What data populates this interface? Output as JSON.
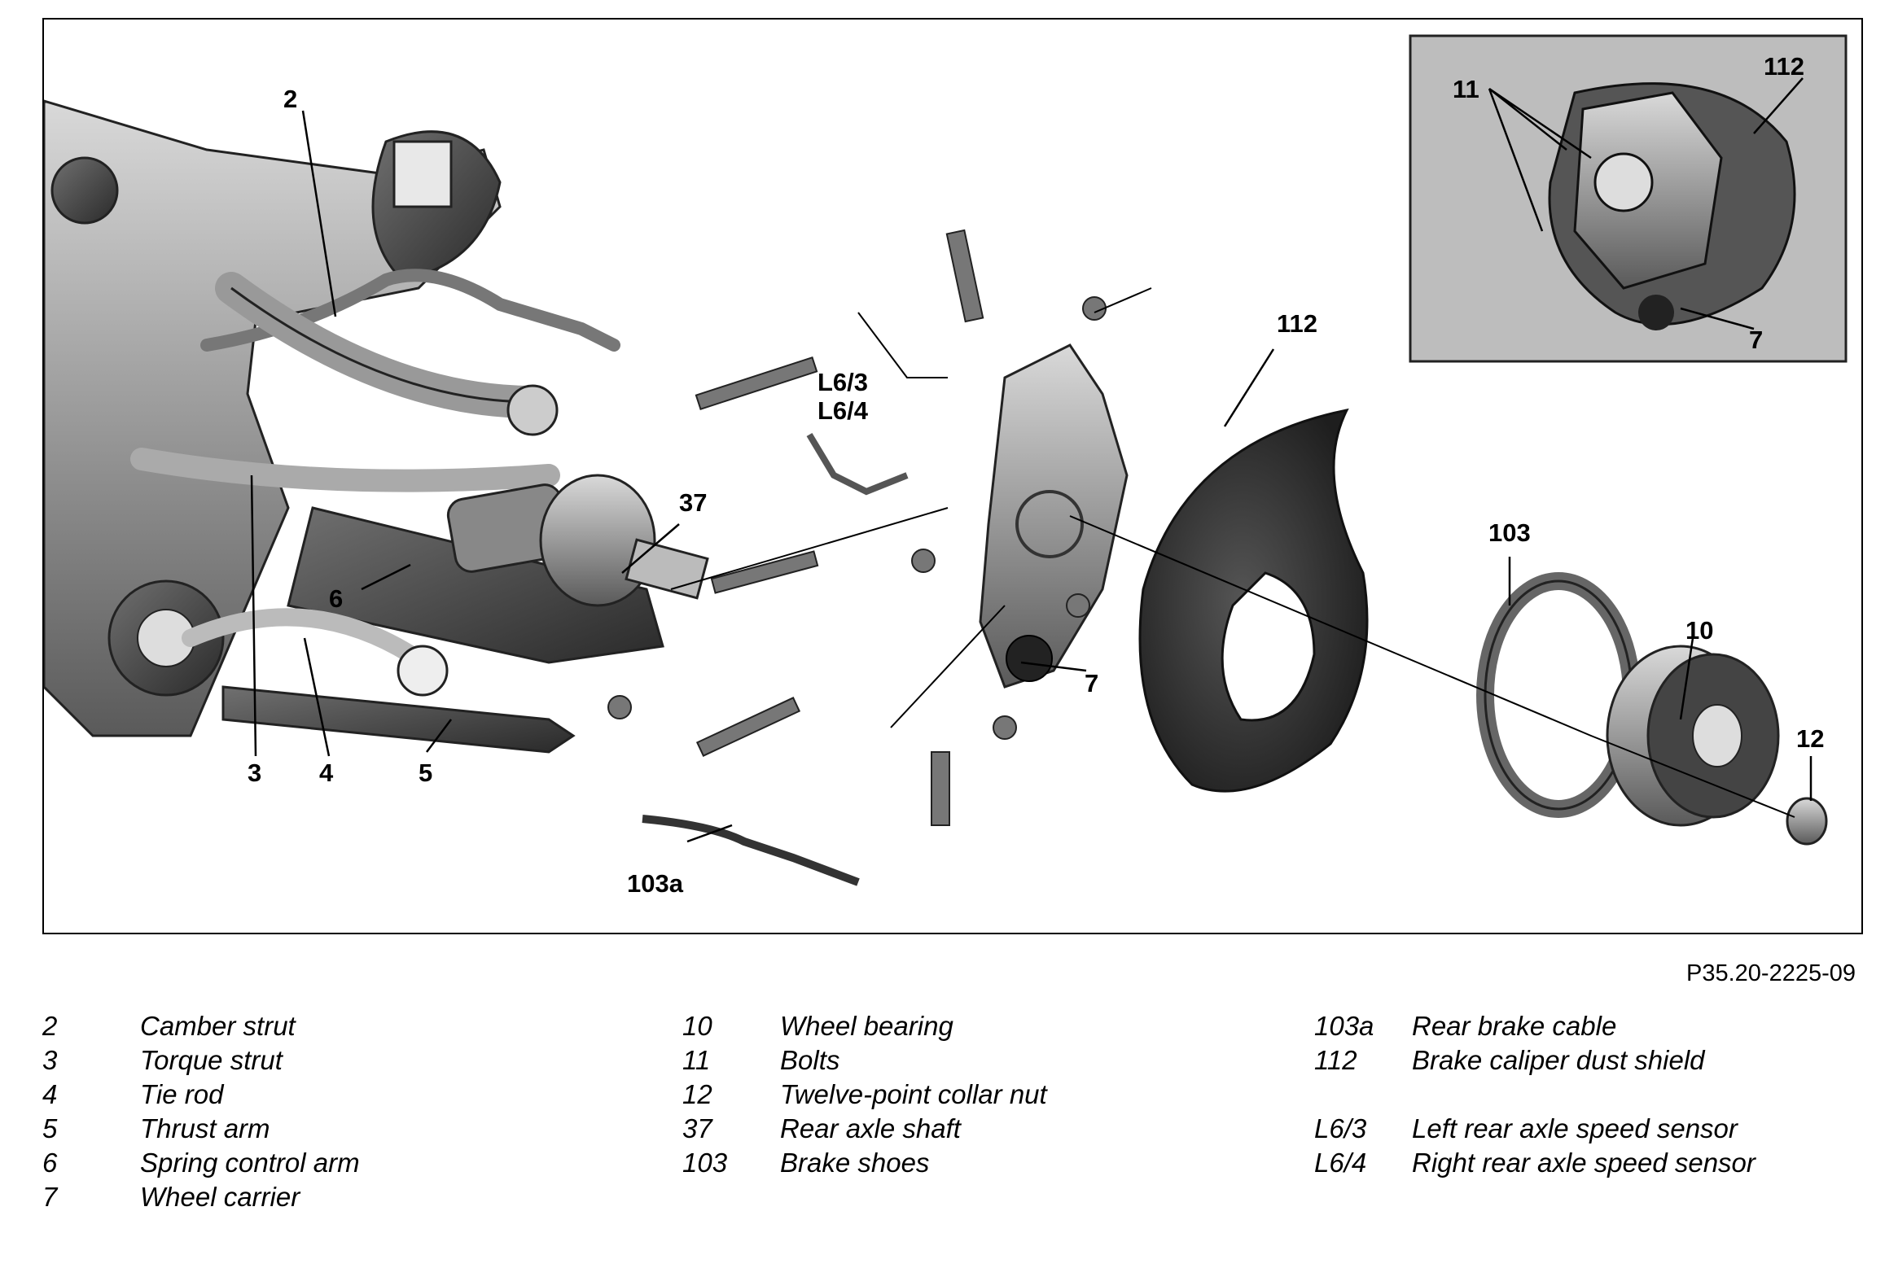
{
  "figure": {
    "reference": "P35.20-2225-09",
    "callouts": {
      "c2": "2",
      "c3": "3",
      "c4": "4",
      "c5": "5",
      "c6": "6",
      "c7": "7",
      "c7_inset": "7",
      "c37": "37",
      "c11_inset": "11",
      "c112_inset": "112",
      "cL63": "L6/3",
      "cL64": "L6/4",
      "c112": "112",
      "c103": "103",
      "c10": "10",
      "c12": "12",
      "c103a": "103a"
    }
  },
  "legend": {
    "col1": [
      {
        "num": "2",
        "label": "Camber strut"
      },
      {
        "num": "3",
        "label": "Torque strut"
      },
      {
        "num": "4",
        "label": "Tie rod"
      },
      {
        "num": "5",
        "label": "Thrust arm"
      },
      {
        "num": "6",
        "label": "Spring control arm"
      },
      {
        "num": "7",
        "label": "Wheel carrier"
      }
    ],
    "col2": [
      {
        "num": "10",
        "label": "Wheel bearing"
      },
      {
        "num": "11",
        "label": "Bolts"
      },
      {
        "num": "12",
        "label": "Twelve-point collar nut"
      },
      {
        "num": "37",
        "label": "Rear axle shaft"
      },
      {
        "num": "103",
        "label": "Brake shoes"
      }
    ],
    "col3": [
      {
        "num": "103a",
        "label": "Rear brake cable"
      },
      {
        "num": "112",
        "label": "Brake caliper dust shield"
      },
      {
        "num": "L6/3",
        "label": "Left rear axle speed sensor"
      },
      {
        "num": "L6/4",
        "label": "Right rear axle speed sensor"
      }
    ]
  }
}
